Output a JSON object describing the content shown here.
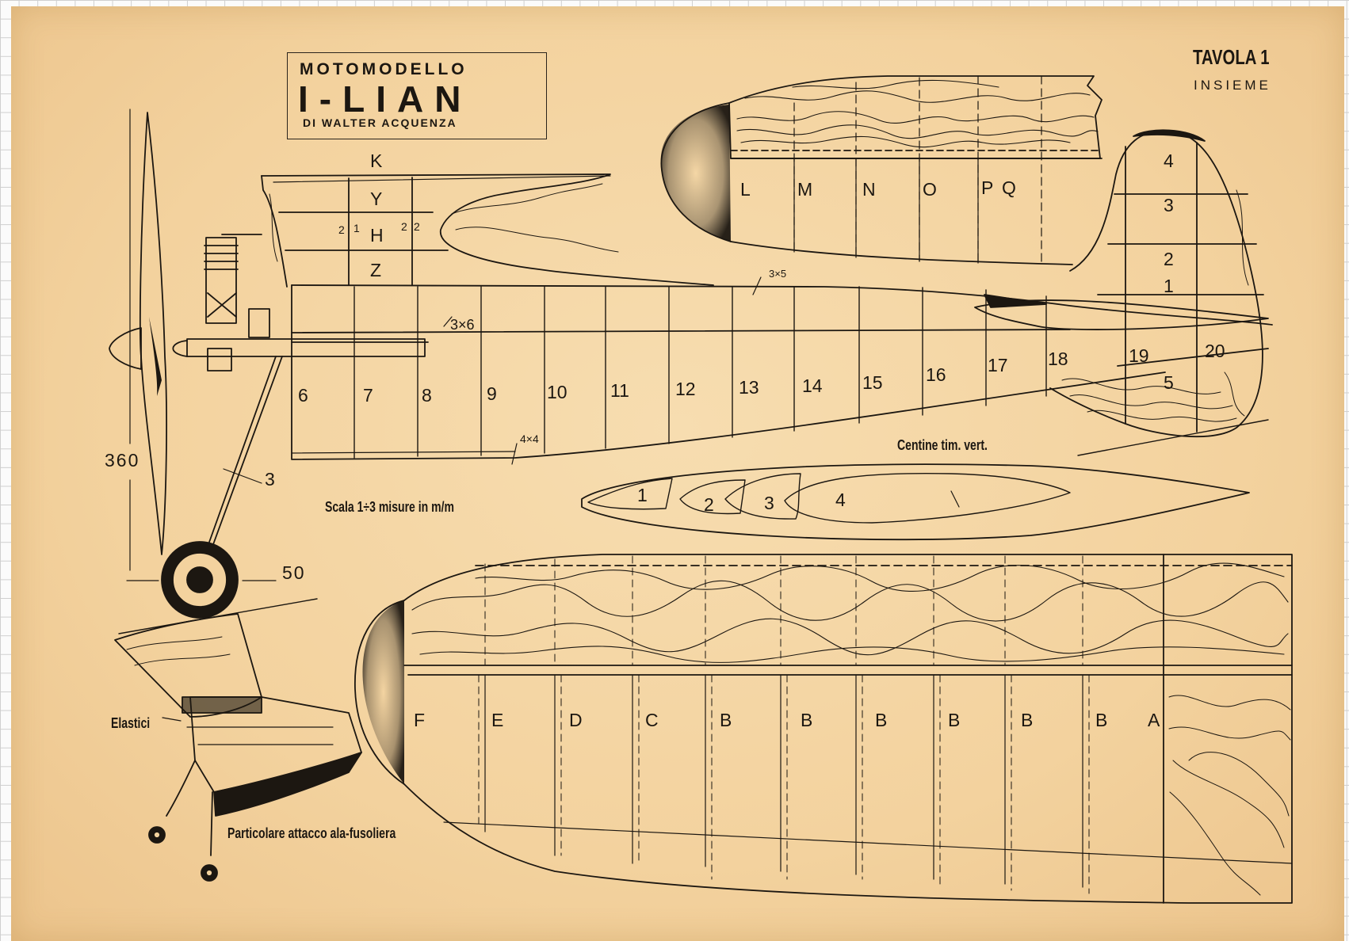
{
  "title": {
    "line1": "MOTOMODELLO",
    "line2": "I-LIAN",
    "line3": "DI WALTER ACQUENZA"
  },
  "sheet": {
    "number": "TAVOLA 1",
    "subtitle": "INSIEME"
  },
  "captions": {
    "scale": "Scala 1÷3 misure in m/m",
    "ribs_vertical": "Centine tim. vert.",
    "rubber_bands": "Elastici",
    "wing_fuselage_detail": "Particolare attacco ala-fusoliera"
  },
  "dimensions": {
    "propeller": "360",
    "wheel": "50",
    "leg_wire": "3",
    "spar_1": "3×6",
    "spar_2": "3×5",
    "spar_3": "4×4"
  },
  "fuselage_frames": [
    "6",
    "7",
    "8",
    "9",
    "10",
    "11",
    "12",
    "13",
    "14",
    "15",
    "16",
    "17",
    "18",
    "19",
    "20"
  ],
  "cabin_frames": [
    "K",
    "Y",
    "H",
    "Z"
  ],
  "cabin_small_marks": [
    "2",
    "1",
    "2",
    "2"
  ],
  "stab_ribs": [
    "L",
    "M",
    "N",
    "O",
    "P",
    "Q"
  ],
  "fin_ribs": [
    "4",
    "3",
    "2",
    "1",
    "5"
  ],
  "fin_rib_profiles": [
    "1",
    "2",
    "3",
    "4"
  ],
  "wing_ribs": [
    "F",
    "E",
    "D",
    "C",
    "B",
    "B",
    "B",
    "B",
    "B",
    "B",
    "A"
  ],
  "colors": {
    "paper": "#f3d29e",
    "ink": "#1c1711",
    "grid": "#cfcfcf"
  }
}
